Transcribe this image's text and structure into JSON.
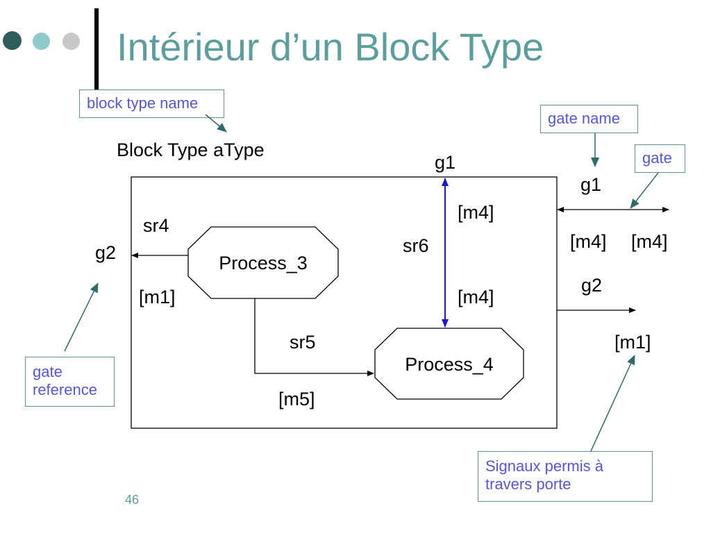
{
  "slide": {
    "title": "Intérieur d’un Block Type",
    "page_number": "46",
    "colors": {
      "title": "#5a9f9e",
      "dot_dark": "#2e5d5c",
      "dot_mid": "#8fcacb",
      "dot_light": "#c8c8c8",
      "note_text": "#5555dd",
      "note_border": "#5f8f8e",
      "annotation_arrow": "#2e6b6a",
      "blue_route": "#1a1acc"
    }
  },
  "annotations": {
    "block_type_name": "block type name",
    "gate_name": "gate name",
    "gate": "gate",
    "gate_reference": [
      "gate",
      "reference"
    ],
    "signaux": [
      "Signaux permis à",
      "travers porte"
    ]
  },
  "diagram": {
    "block_title": "Block Type aType",
    "process_3": "Process_3",
    "process_4": "Process_4",
    "routes": {
      "sr4": "sr4",
      "sr5": "sr5",
      "sr6": "sr6"
    },
    "gates": {
      "g1_top": "g1",
      "g2_left": "g2",
      "g1_right": "g1",
      "g2_right": "g2"
    },
    "signals": {
      "sr6_top": "[m4]",
      "sr6_bottom": "[m4]",
      "sr4": "[m1]",
      "sr5": "[m5]",
      "g1_in": "[m4]",
      "g1_out": "[m4]",
      "g2_out": "[m1]"
    }
  }
}
